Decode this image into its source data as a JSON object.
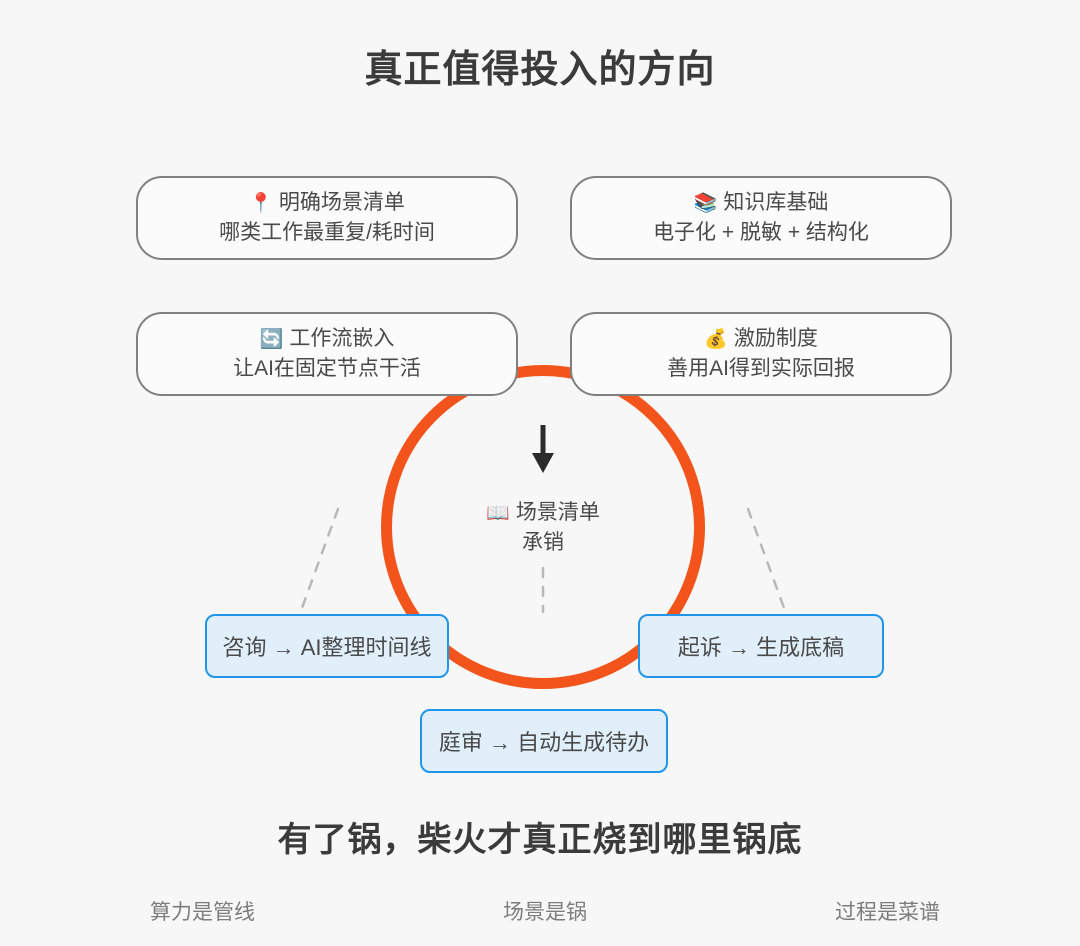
{
  "page": {
    "title": "真正值得投入的方向",
    "subtitle": "有了锅，柴火才真正烧到哪里锅底",
    "background_color": "#f7f7f7",
    "accent_color": "#f2541b",
    "blue_accent_color": "#2196e8",
    "blue_fill_color": "#e0effa",
    "card_border_color": "#808080"
  },
  "cards": [
    {
      "id": "scene-list",
      "icon": "📍",
      "icon_name": "pin-icon",
      "line1": "明确场景清单",
      "line2": "哪类工作最重复/耗时间"
    },
    {
      "id": "knowledge-base",
      "icon": "📚",
      "icon_name": "books-icon",
      "line1": "知识库基础",
      "line2": "电子化 + 脱敏 + 结构化"
    },
    {
      "id": "workflow",
      "icon": "🔄",
      "icon_name": "refresh-cycle-icon",
      "line1": "工作流嵌入",
      "line2": "让AI在固定节点干活"
    },
    {
      "id": "incentive",
      "icon": "💰",
      "icon_name": "money-bag-icon",
      "line1": "激励制度",
      "line2": "善用AI得到实际回报"
    }
  ],
  "center": {
    "arrow_glyph": "↓",
    "icon": "📖",
    "icon_name": "open-book-icon",
    "line1": "场景清单",
    "line2": "承销"
  },
  "leaves": [
    {
      "id": "consult",
      "label": "咨询 → AI整理时间线"
    },
    {
      "id": "sue",
      "label": "起诉 → 生成底稿"
    },
    {
      "id": "trial",
      "label": "庭审 → 自动生成待办"
    }
  ],
  "footer": [
    {
      "id": "compute",
      "label": "算力是管线"
    },
    {
      "id": "scene",
      "label": "场景是锅"
    },
    {
      "id": "process",
      "label": "过程是菜谱"
    }
  ]
}
